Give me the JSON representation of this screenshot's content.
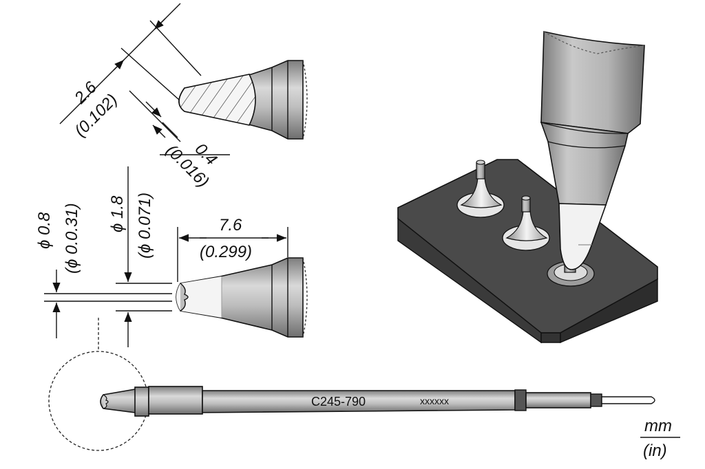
{
  "dimensions": {
    "tip_width_mm": "2.6",
    "tip_width_in": "(0.102)",
    "tip_thickness_mm": "0.4",
    "tip_thickness_in": "(0.016)",
    "inner_diameter_mm": "ϕ 0.8",
    "inner_diameter_in": "(ϕ 0.0.31)",
    "outer_diameter_mm": "ϕ 1.8",
    "outer_diameter_in": "(ϕ 0.071)",
    "length_mm": "7.6",
    "length_in": "(0.299)"
  },
  "cartridge": {
    "model": "C245-790",
    "serial": "xxxxxx"
  },
  "units": {
    "metric": "mm",
    "imperial": "(in)"
  },
  "colors": {
    "metal_gray": "#b9b9b9",
    "board_dark": "#4a4a4a",
    "light_tip": "#f2f2f2"
  }
}
